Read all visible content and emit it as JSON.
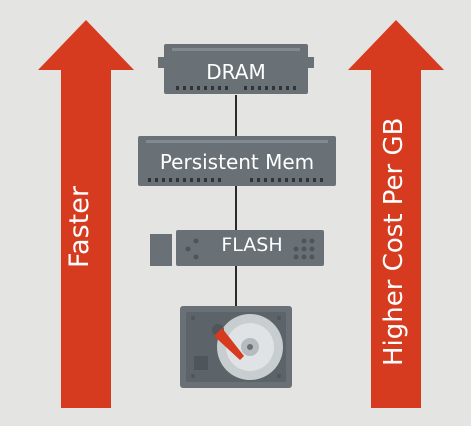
{
  "arrows": {
    "left_label": "Faster",
    "right_label": "Higher Cost Per GB",
    "color": "#d63b1f"
  },
  "tiers": {
    "dram": "DRAM",
    "persistent_memory": "Persistent Mem",
    "flash": "FLASH"
  },
  "colors": {
    "background": "#e4e4e3",
    "hardware": "#697176",
    "hardware_dark": "#4f565b",
    "connector": "#2b2b2b",
    "disk_accent": "#d63b1f"
  },
  "icons": {
    "top_tier": "dram-module-icon",
    "second_tier": "memory-module-icon",
    "third_tier": "flash-card-icon",
    "bottom_tier": "hard-disk-icon"
  }
}
